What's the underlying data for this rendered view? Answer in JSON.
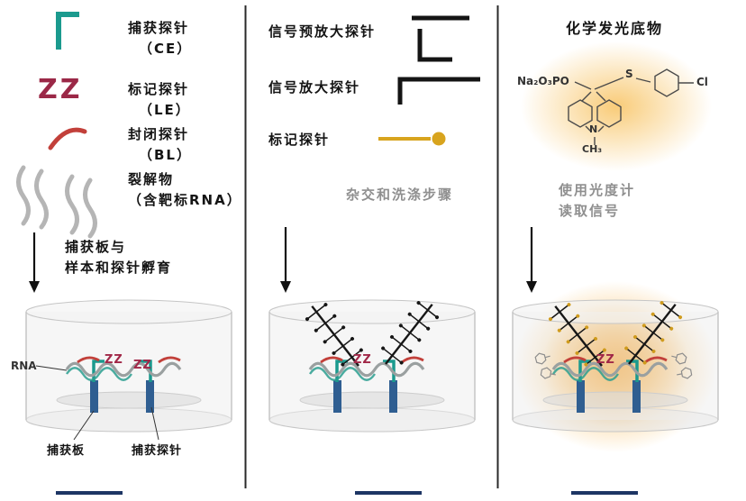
{
  "glyphs": {
    "zz": "ZZ"
  },
  "panel1": {
    "legend": [
      {
        "label": "捕获探针",
        "sub": "（CE）"
      },
      {
        "label": "标记探针",
        "sub": "（LE）"
      },
      {
        "label": "封闭探针",
        "sub": "（BL）"
      },
      {
        "label": "裂解物",
        "sub": "（含靶标RNA）"
      }
    ],
    "step_line1": "捕获板与",
    "step_line2": "样本和探针孵育",
    "well": {
      "rna": "RNA",
      "capture_plate": "捕获板",
      "capture_probe": "捕获探针"
    }
  },
  "panel2": {
    "preamp": "信号预放大探针",
    "amp": "信号放大探针",
    "label_probe": "标记探针",
    "step": "杂交和洗涤步骤"
  },
  "panel3": {
    "title": "化学发光底物",
    "formula": "Na₂O₃PO",
    "s": "S",
    "cl": "Cl",
    "n": "N",
    "ch3": "CH₃",
    "step_line1": "使用光度计",
    "step_line2": "读取信号"
  },
  "colors": {
    "teal": "#1b9a8e",
    "dark_red": "#9b2847",
    "red": "#c2403a",
    "gold": "#d8a41e",
    "anchor_blue": "#2f5e91",
    "glow_orange": "#f6b040"
  }
}
